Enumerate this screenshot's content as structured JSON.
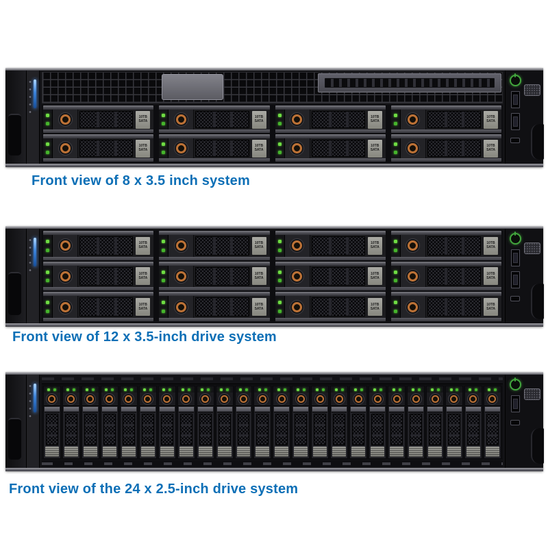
{
  "page": {
    "background": "#ffffff"
  },
  "colors": {
    "caption_blue": "#0d6fb6",
    "chassis_dark": "#17171a",
    "drive_led_green": "#6fdc43",
    "release_knob_orange": "#bd7236",
    "status_led_blue": "#3c82d8",
    "power_button_green": "#42a63d"
  },
  "servers": [
    {
      "name": "8 x 3.5-inch drive system front view",
      "caption": "Front view of 8 x 3.5 inch system",
      "drive_form_factor": "3.5-inch",
      "drive_count": 8,
      "drive_cols": 4,
      "drive_rows": 2,
      "drive_label_lines": [
        "10TB",
        "SATA"
      ],
      "has_top_vent_grille": true,
      "io_ports": [
        "power-button",
        "usb-port",
        "usb-port",
        "vga-port",
        "micro-usb-port"
      ]
    },
    {
      "name": "12 x 3.5-inch drive system front view",
      "caption": "Front view of 12 x 3.5-inch drive system",
      "drive_form_factor": "3.5-inch",
      "drive_count": 12,
      "drive_cols": 4,
      "drive_rows": 3,
      "drive_label_lines": [
        "10TB",
        "SATA"
      ],
      "has_top_vent_grille": false,
      "io_ports": [
        "power-button",
        "usb-port",
        "usb-port",
        "vga-port",
        "micro-usb-port"
      ]
    },
    {
      "name": "24 x 2.5-inch drive system front view",
      "caption": "Front view of the 24 x 2.5-inch drive system",
      "drive_form_factor": "2.5-inch",
      "drive_count": 24,
      "drive_cols": 24,
      "drive_rows": 1,
      "drive_label_lines": [],
      "has_top_vent_grille": false,
      "io_ports": [
        "power-button",
        "usb-port",
        "vga-port",
        "micro-usb-port"
      ]
    }
  ]
}
